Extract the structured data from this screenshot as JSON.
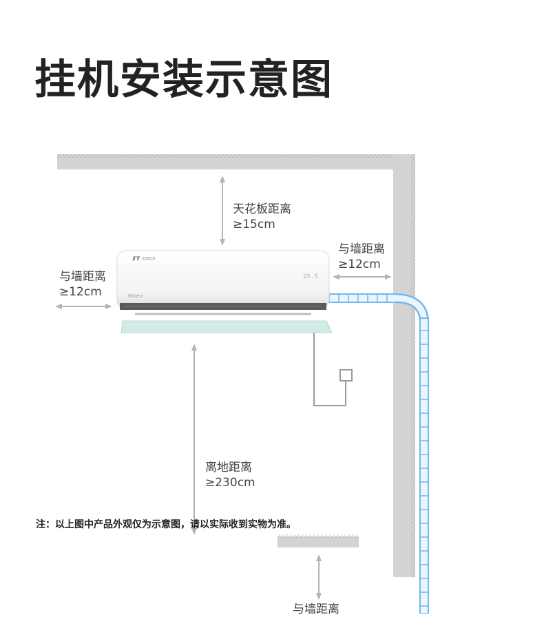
{
  "title": "挂机安装示意图",
  "ceiling": {
    "label": "天花板距离",
    "value": "≥15cm"
  },
  "right_wall": {
    "label": "与墙距离",
    "value": "≥12cm"
  },
  "left_wall": {
    "label": "与墙距离",
    "value": "≥12cm"
  },
  "floor": {
    "label": "离地距离",
    "value": "≥230cm"
  },
  "bottom_wall": {
    "label": "与墙距离"
  },
  "ac_unit": {
    "brand_logo": "Midea",
    "display": "25.5"
  },
  "note": "注：以上图中产品外观仅为示意图，请以实际收到实物为准。",
  "colors": {
    "wall": "#d3d3d3",
    "pipe": "#6fb8ee",
    "arrow": "#b4b4b4",
    "deflector": "#d3ebe6"
  }
}
